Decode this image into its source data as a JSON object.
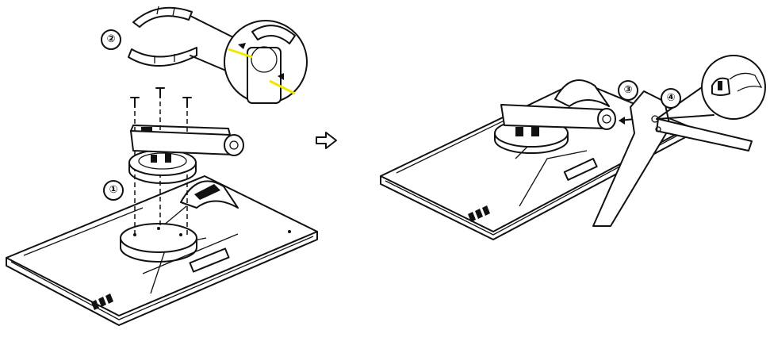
{
  "steps": [
    {
      "label": "①"
    },
    {
      "label": "②"
    },
    {
      "label": "③"
    },
    {
      "label": "④"
    }
  ],
  "colors": {
    "line": "#111111",
    "background": "#ffffff",
    "highlight": "#f0e600"
  },
  "icons": {
    "transition": "outline-arrow-right-icon",
    "callout": "magnifier-callout-icon",
    "press": "press-arrow-icon"
  }
}
